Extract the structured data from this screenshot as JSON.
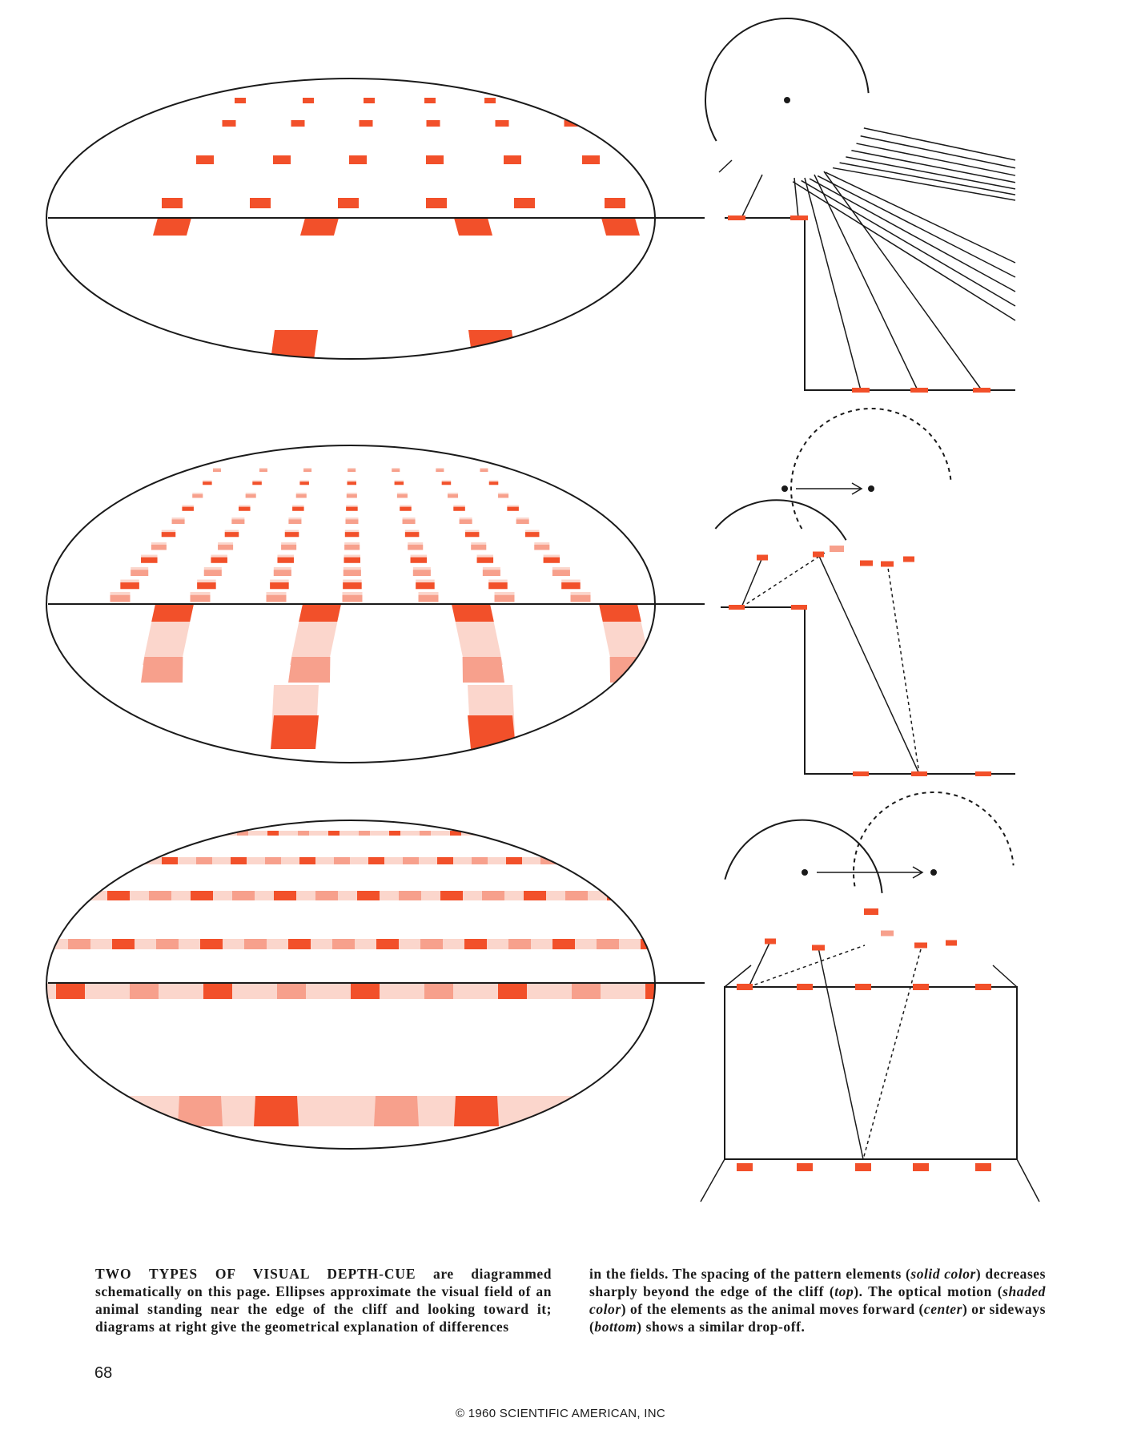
{
  "caption": {
    "lead": "TWO TYPES OF VISUAL DEPTH-CUE",
    "left_text": " are diagrammed schematically on this page. Ellipses approximate the visual field of an animal standing near the edge of the cliff and looking toward it; diagrams at right give the geometrical explanation of differences",
    "right_parts": [
      {
        "text": "in the fields. The spacing of the pattern elements (",
        "italic": false
      },
      {
        "text": "solid color",
        "italic": true
      },
      {
        "text": ") decreases sharply beyond the edge of the cliff (",
        "italic": false
      },
      {
        "text": "top",
        "italic": true
      },
      {
        "text": "). The optical motion (",
        "italic": false
      },
      {
        "text": "shaded color",
        "italic": true
      },
      {
        "text": ") of the elements as the animal moves forward (",
        "italic": false
      },
      {
        "text": "center",
        "italic": true
      },
      {
        "text": ") or sideways (",
        "italic": false
      },
      {
        "text": "bottom",
        "italic": true
      },
      {
        "text": ") shows a similar drop-off.",
        "italic": false
      }
    ]
  },
  "page_number": "68",
  "copyright": "© 1960 SCIENTIFIC AMERICAN, INC",
  "colors": {
    "solid": "#f2502a",
    "shaded": "#f7a08c",
    "faint": "#fbd6cc",
    "ink": "#1a1a1a"
  },
  "panels": [
    {
      "name": "top",
      "cue": "spacing",
      "motion": "none"
    },
    {
      "name": "center",
      "cue": "optical-motion",
      "motion": "forward"
    },
    {
      "name": "bottom",
      "cue": "optical-motion",
      "motion": "sideways"
    }
  ]
}
